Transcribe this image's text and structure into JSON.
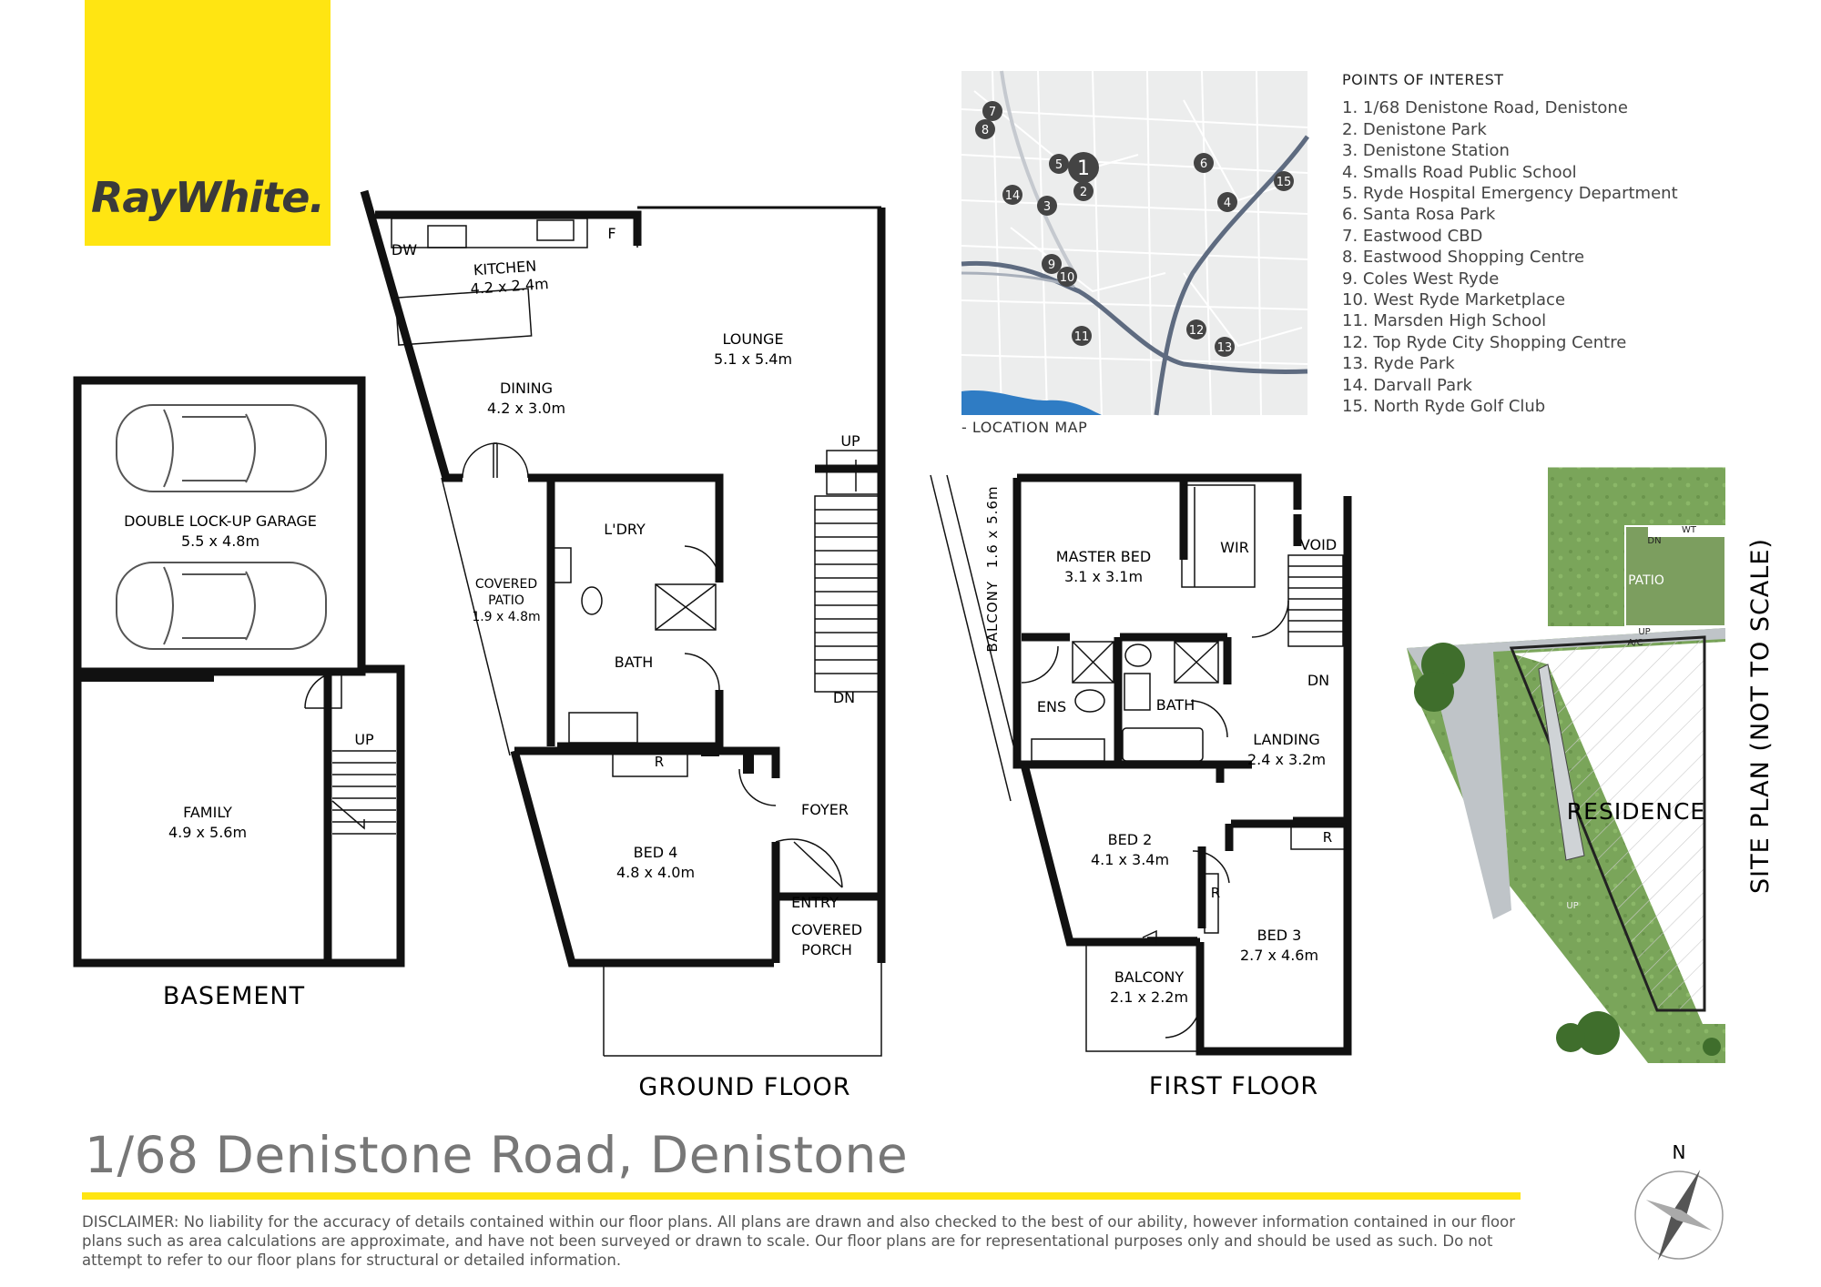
{
  "brand": {
    "name": "RayWhite.",
    "color": "#ffe512"
  },
  "poi": {
    "heading": "POINTS OF INTEREST",
    "items": [
      "1. 1/68 Denistone Road, Denistone",
      "2. Denistone Park",
      "3. Denistone Station",
      "4. Smalls Road Public School",
      "5. Ryde Hospital Emergency Department",
      "6. Santa Rosa Park",
      "7. Eastwood CBD",
      "8. Eastwood Shopping Centre",
      "9. Coles West Ryde",
      "10. West Ryde Marketplace",
      "11. Marsden High School",
      "12. Top Ryde City Shopping Centre",
      "13. Ryde Park",
      "14. Darvall Park",
      "15. North Ryde Golf Club"
    ]
  },
  "map": {
    "caption": "- LOCATION MAP",
    "markers": [
      "1",
      "2",
      "3",
      "4",
      "5",
      "6",
      "7",
      "8",
      "9",
      "10",
      "11",
      "12",
      "13",
      "14",
      "15"
    ]
  },
  "basement": {
    "label": "BASEMENT",
    "garage": {
      "name": "DOUBLE LOCK-UP GARAGE",
      "size": "5.5 x 4.8m"
    },
    "family": {
      "name": "FAMILY",
      "size": "4.9 x 5.6m"
    },
    "stair": "UP"
  },
  "ground": {
    "label": "GROUND FLOOR",
    "kitchen": {
      "name": "KITCHEN",
      "size": "4.2 x 2.4m"
    },
    "dw": "DW",
    "fridge": "F",
    "lounge": {
      "name": "LOUNGE",
      "size": "5.1 x 5.4m"
    },
    "dining": {
      "name": "DINING",
      "size": "4.2 x 3.0m"
    },
    "laundry": "L'DRY",
    "patio": {
      "l1": "COVERED",
      "l2": "PATIO",
      "size": "1.9 x 4.8m"
    },
    "bath": "BATH",
    "bed4": {
      "name": "BED 4",
      "size": "4.8 x 4.0m"
    },
    "robe": "R",
    "foyer": "FOYER",
    "entry": "ENTRY",
    "porch": {
      "l1": "COVERED",
      "l2": "PORCH"
    },
    "up": "UP",
    "dn": "DN"
  },
  "first": {
    "label": "FIRST FLOOR",
    "balcony_side": {
      "name": "BALCONY",
      "size": "1.6 x 5.6m"
    },
    "master": {
      "name": "MASTER BED",
      "size": "3.1 x 3.1m"
    },
    "wir": "WIR",
    "void": "VOID",
    "ens": "ENS",
    "bath": "BATH",
    "dn": "DN",
    "landing": {
      "name": "LANDING",
      "size": "2.4 x 3.2m"
    },
    "bed2": {
      "name": "BED 2",
      "size": "4.1 x 3.4m"
    },
    "bed3": {
      "name": "BED 3",
      "size": "2.7 x 4.6m"
    },
    "balcony": {
      "name": "BALCONY",
      "size": "2.1 x 2.2m"
    },
    "robe": "R"
  },
  "site": {
    "label": "SITE PLAN (NOT TO SCALE)",
    "residence": "RESIDENCE",
    "patio": "PATIO",
    "ac": "A/C",
    "wt": "WT",
    "up": "UP",
    "dn": "DN",
    "north": "N"
  },
  "address": "1/68 Denistone Road, Denistone",
  "disclaimer": "DISCLAIMER: No liability for the accuracy of details contained within our floor plans. All plans are drawn and also checked to the best of our ability, however information contained in our floor plans such as area calculations are approximate, and have not been surveyed or drawn to scale. Our floor plans are for representational purposes only and should be used as such. Do not attempt to refer to our floor plans for structural or detailed information."
}
